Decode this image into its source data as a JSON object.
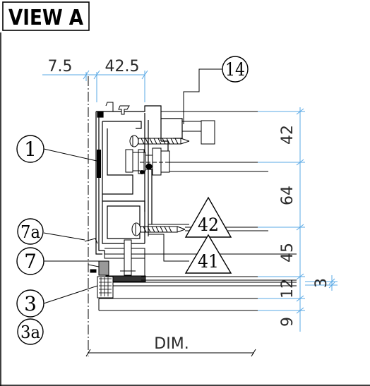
{
  "title": "VIEW A",
  "top_dims": [
    "7.5",
    "42.5"
  ],
  "right_dims": [
    "42",
    "64",
    "45",
    "12",
    "3",
    "9"
  ],
  "bottom_dim": "DIM.",
  "callouts": {
    "c1": "1",
    "c14": "14",
    "c7a": "7a",
    "c7": "7",
    "c3": "3",
    "c3a": "3a"
  },
  "tags": {
    "t42": "42",
    "t41": "41"
  },
  "colors": {
    "dim_line": "#5aa9e6",
    "ink": "#000000"
  }
}
